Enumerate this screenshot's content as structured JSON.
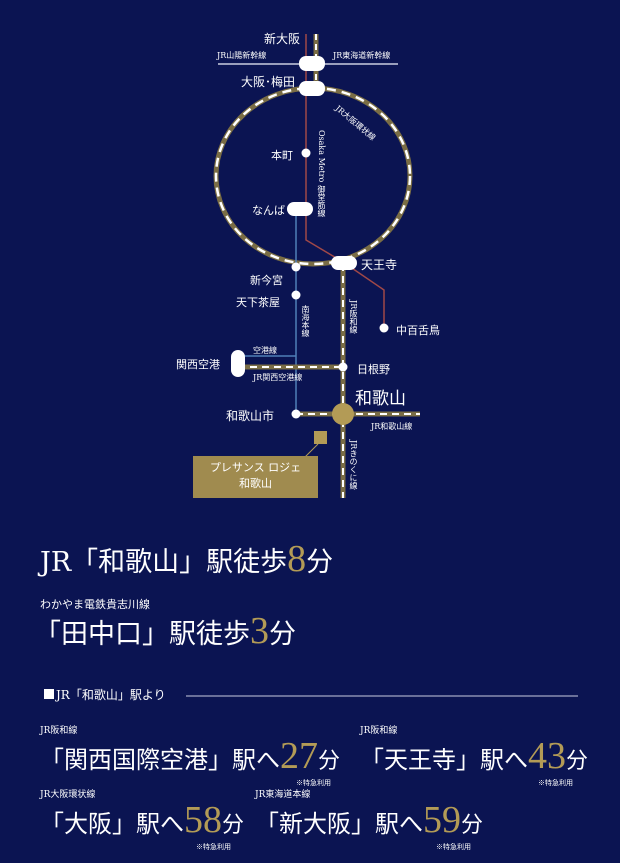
{
  "map": {
    "stations": {
      "shin_osaka": "新大阪",
      "osaka_umeda": "大阪･梅田",
      "hommachi": "本町",
      "namba": "なんば",
      "tennoji": "天王寺",
      "shin_imamiya": "新今宮",
      "tengachaya": "天下茶屋",
      "nakamozu": "中百舌鳥",
      "kansai_airport": "関西空港",
      "hineno": "日根野",
      "wakayama": "和歌山",
      "wakayamashi": "和歌山市"
    },
    "lines": {
      "sanyo": "JR山陽新幹線",
      "tokaido_shinkansen": "JR東海道新幹線",
      "loop": "JR大阪環状線",
      "midosuji": "Osaka Metro 御堂筋線",
      "nankai": "南海本線",
      "hanwa": "JR阪和線",
      "airport_line": "空港線",
      "jr_airport": "JR関西空港線",
      "wakayama_line": "JR和歌山線",
      "kinokuni": "JRきのくに線"
    },
    "property": {
      "line1": "プレサンス ロジェ",
      "line2": "和歌山"
    }
  },
  "access": {
    "jr": {
      "pre": "JR「和歌山」駅徒歩",
      "num": "8",
      "unit": "分"
    },
    "dentetsu_line": "わかやま電鉄貴志川線",
    "tanakaguchi": {
      "pre": "「田中口」駅徒歩",
      "num": "3",
      "unit": "分"
    }
  },
  "section_title": "JR「和歌山」駅より",
  "routes": [
    {
      "line": "JR阪和線",
      "pre": "「関西国際空港」駅へ",
      "num": "27",
      "unit": "分",
      "note": "※特急利用"
    },
    {
      "line": "JR阪和線",
      "pre": "「天王寺」駅へ",
      "num": "43",
      "unit": "分",
      "note": "※特急利用"
    },
    {
      "line": "JR大阪環状線",
      "pre": "「大阪」駅へ",
      "num": "58",
      "unit": "分",
      "note": "※特急利用"
    },
    {
      "line": "JR東海道本線",
      "pre": "「新大阪」駅へ",
      "num": "59",
      "unit": "分",
      "note": "※特急利用"
    }
  ],
  "colors": {
    "bg": "#0b1452",
    "gold": "#b39b56",
    "red": "#a04848",
    "blue": "#4f7fb8"
  }
}
